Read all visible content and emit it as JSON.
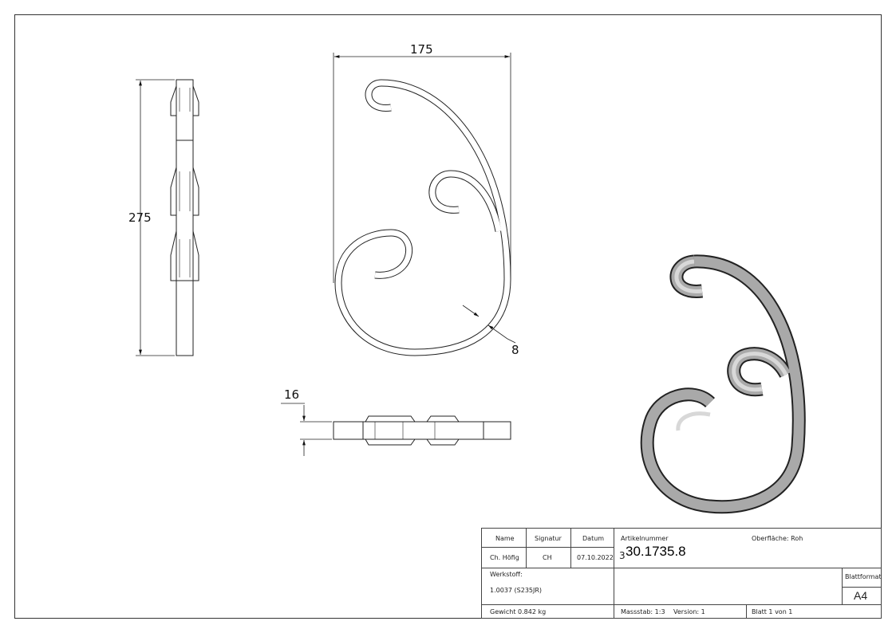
{
  "drawing": {
    "dimensions": {
      "width": "175",
      "height": "275",
      "thickness": "8",
      "depth": "16"
    }
  },
  "title_block": {
    "headers": {
      "name": "Name",
      "signature": "Signatur",
      "date": "Datum"
    },
    "name": "Ch. Höfig",
    "signature": "CH",
    "date": "07.10.2022",
    "article_label": "Artikelnummer",
    "article_number": "30.1735.8",
    "article_prefix_fragment": "3",
    "surface": "Oberfläche:  Roh",
    "material_label": "Werkstoff:",
    "material": "1.0037 (S235JR)",
    "sheet_format_label": "Blattformat",
    "sheet_format": "A4",
    "weight": "Gewicht 0.842 kg",
    "scale": "Massstab: 1:3",
    "version": "Version: 1",
    "sheet": "Blatt 1 von 1"
  }
}
